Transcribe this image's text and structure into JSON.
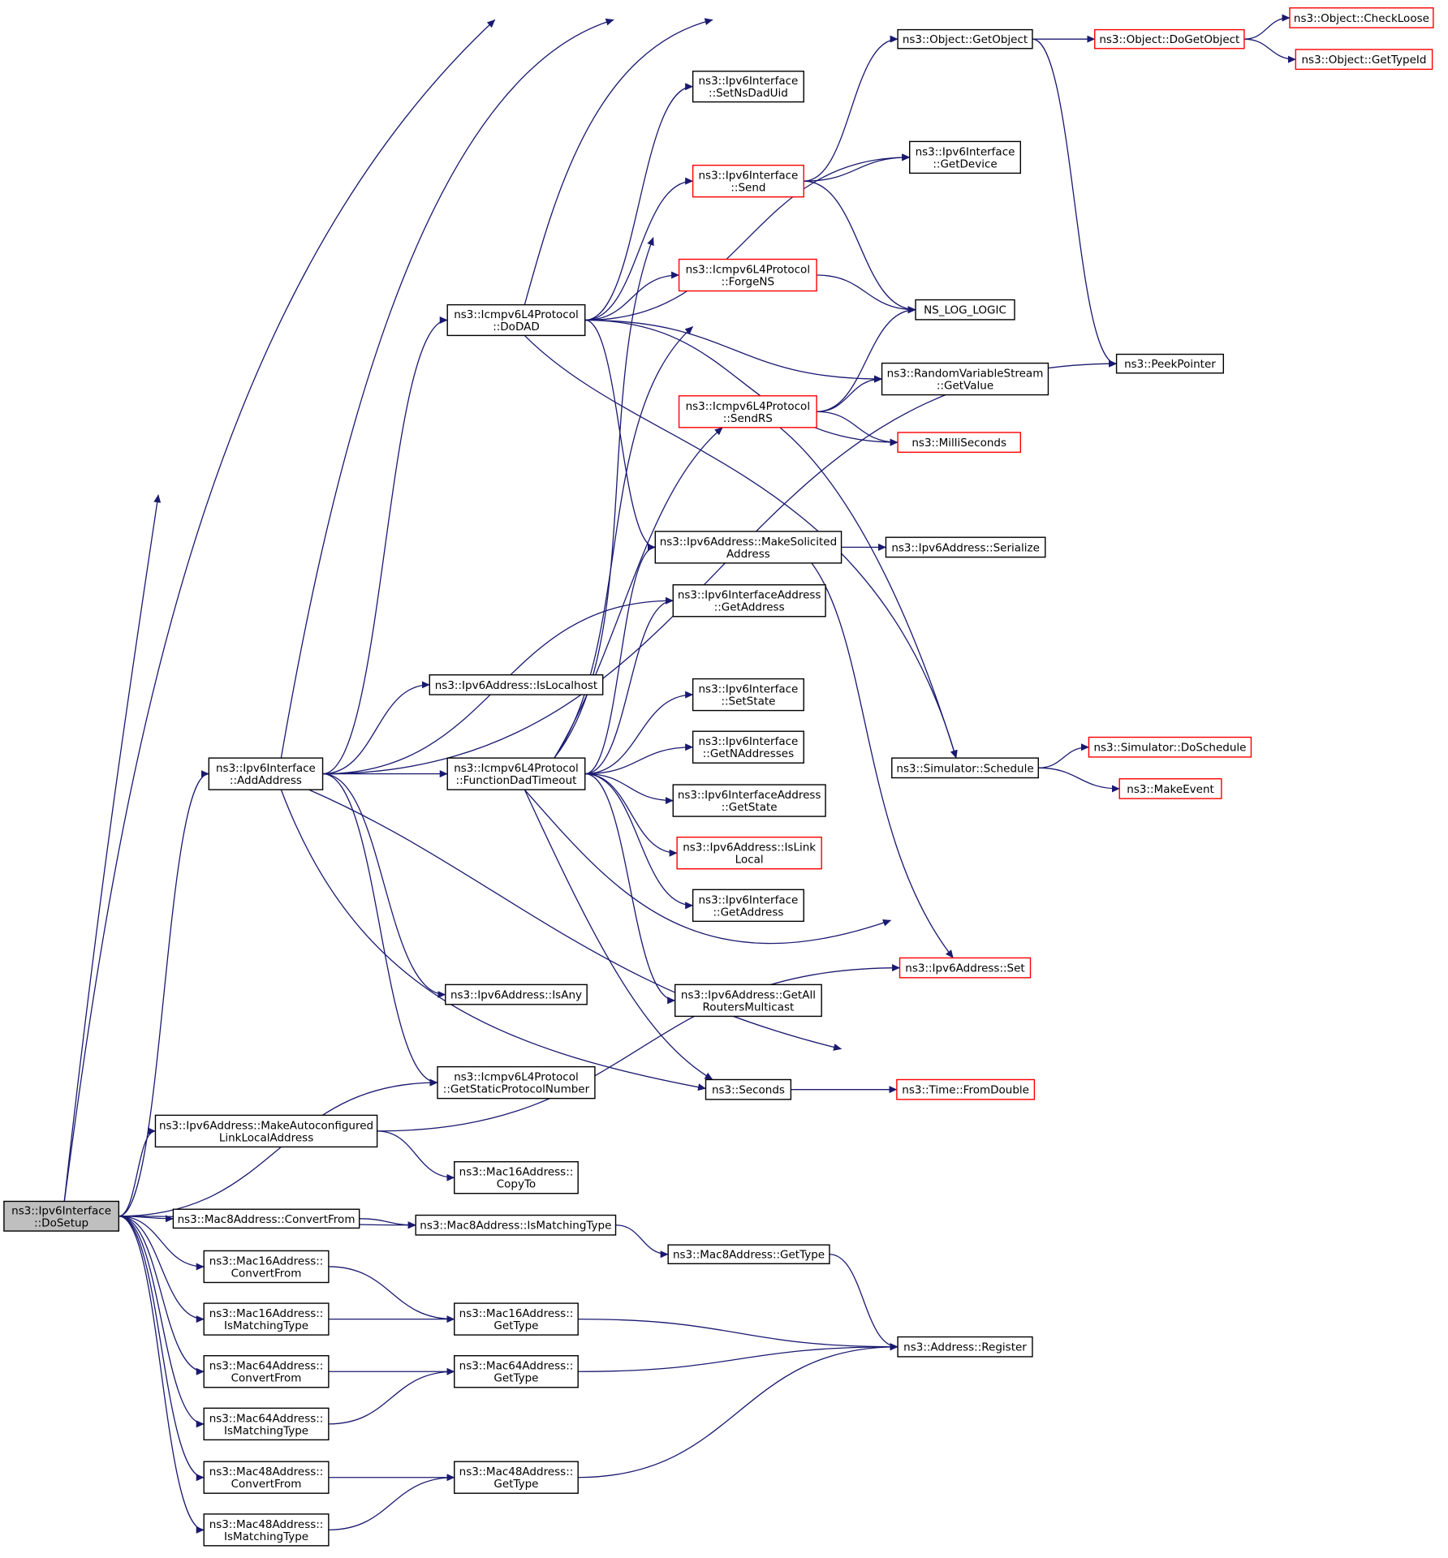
{
  "colors": {
    "edge": "#191970",
    "normal_border": "#000000",
    "truncated_border": "#ff0000",
    "root_fill": "#bfbfbf"
  },
  "nodes": [
    {
      "id": "dosetup",
      "lines": [
        "ns3::Ipv6Interface",
        "::DoSetup"
      ],
      "style": "root",
      "interactable": true
    },
    {
      "id": "getobject",
      "lines": [
        "ns3::Object::GetObject"
      ],
      "style": "normal",
      "interactable": true
    },
    {
      "id": "dogetobject",
      "lines": [
        "ns3::Object::DoGetObject"
      ],
      "style": "red",
      "interactable": true
    },
    {
      "id": "checkloose",
      "lines": [
        "ns3::Object::CheckLoose"
      ],
      "style": "red",
      "interactable": true
    },
    {
      "id": "gettypeid",
      "lines": [
        "ns3::Object::GetTypeId"
      ],
      "style": "red",
      "interactable": true
    },
    {
      "id": "setnsdaduid",
      "lines": [
        "ns3::Ipv6Interface",
        "::SetNsDadUid"
      ],
      "style": "normal",
      "interactable": true
    },
    {
      "id": "getdevice",
      "lines": [
        "ns3::Ipv6Interface",
        "::GetDevice"
      ],
      "style": "normal",
      "interactable": true
    },
    {
      "id": "send",
      "lines": [
        "ns3::Ipv6Interface",
        "::Send"
      ],
      "style": "red",
      "interactable": true
    },
    {
      "id": "forgens",
      "lines": [
        "ns3::Icmpv6L4Protocol",
        "::ForgeNS"
      ],
      "style": "red",
      "interactable": true
    },
    {
      "id": "nslog",
      "lines": [
        "NS_LOG_LOGIC"
      ],
      "style": "normal",
      "interactable": true
    },
    {
      "id": "dodad",
      "lines": [
        "ns3::Icmpv6L4Protocol",
        "::DoDAD"
      ],
      "style": "normal",
      "interactable": true
    },
    {
      "id": "peekpointer",
      "lines": [
        "ns3::PeekPointer"
      ],
      "style": "normal",
      "interactable": true
    },
    {
      "id": "getvalue",
      "lines": [
        "ns3::RandomVariableStream",
        "::GetValue"
      ],
      "style": "normal",
      "interactable": true
    },
    {
      "id": "sendrs",
      "lines": [
        "ns3::Icmpv6L4Protocol",
        "::SendRS"
      ],
      "style": "red",
      "interactable": true
    },
    {
      "id": "milliseconds",
      "lines": [
        "ns3::MilliSeconds"
      ],
      "style": "red",
      "interactable": true
    },
    {
      "id": "makesolicited",
      "lines": [
        "ns3::Ipv6Address::MakeSolicited",
        "Address"
      ],
      "style": "normal",
      "interactable": true
    },
    {
      "id": "serialize",
      "lines": [
        "ns3::Ipv6Address::Serialize"
      ],
      "style": "normal",
      "interactable": true
    },
    {
      "id": "ifaddrgetaddress",
      "lines": [
        "ns3::Ipv6InterfaceAddress",
        "::GetAddress"
      ],
      "style": "normal",
      "interactable": true
    },
    {
      "id": "islocalhost",
      "lines": [
        "ns3::Ipv6Address::IsLocalhost"
      ],
      "style": "normal",
      "interactable": true
    },
    {
      "id": "setstate",
      "lines": [
        "ns3::Ipv6Interface",
        "::SetState"
      ],
      "style": "normal",
      "interactable": true
    },
    {
      "id": "addaddress",
      "lines": [
        "ns3::Ipv6Interface",
        "::AddAddress"
      ],
      "style": "normal",
      "interactable": true
    },
    {
      "id": "funcdad",
      "lines": [
        "ns3::Icmpv6L4Protocol",
        "::FunctionDadTimeout"
      ],
      "style": "normal",
      "interactable": true
    },
    {
      "id": "getnaddresses",
      "lines": [
        "ns3::Ipv6Interface",
        "::GetNAddresses"
      ],
      "style": "normal",
      "interactable": true
    },
    {
      "id": "schedule",
      "lines": [
        "ns3::Simulator::Schedule"
      ],
      "style": "normal",
      "interactable": true
    },
    {
      "id": "doschedule",
      "lines": [
        "ns3::Simulator::DoSchedule"
      ],
      "style": "red",
      "interactable": true
    },
    {
      "id": "makeevent",
      "lines": [
        "ns3::MakeEvent"
      ],
      "style": "red",
      "interactable": true
    },
    {
      "id": "getstate",
      "lines": [
        "ns3::Ipv6InterfaceAddress",
        "::GetState"
      ],
      "style": "normal",
      "interactable": true
    },
    {
      "id": "islinklocal",
      "lines": [
        "ns3::Ipv6Address::IsLink",
        "Local"
      ],
      "style": "red",
      "interactable": true
    },
    {
      "id": "ifgetaddress",
      "lines": [
        "ns3::Ipv6Interface",
        "::GetAddress"
      ],
      "style": "normal",
      "interactable": true
    },
    {
      "id": "ipv6set",
      "lines": [
        "ns3::Ipv6Address::Set"
      ],
      "style": "red",
      "interactable": true
    },
    {
      "id": "isany",
      "lines": [
        "ns3::Ipv6Address::IsAny"
      ],
      "style": "normal",
      "interactable": true
    },
    {
      "id": "getallrouters",
      "lines": [
        "ns3::Ipv6Address::GetAll",
        "RoutersMulticast"
      ],
      "style": "normal",
      "interactable": true
    },
    {
      "id": "getstaticproto",
      "lines": [
        "ns3::Icmpv6L4Protocol",
        "::GetStaticProtocolNumber"
      ],
      "style": "normal",
      "interactable": true
    },
    {
      "id": "seconds",
      "lines": [
        "ns3::Seconds"
      ],
      "style": "normal",
      "interactable": true
    },
    {
      "id": "fromdouble",
      "lines": [
        "ns3::Time::FromDouble"
      ],
      "style": "red",
      "interactable": true
    },
    {
      "id": "makeautoconf",
      "lines": [
        "ns3::Ipv6Address::MakeAutoconfigured",
        "LinkLocalAddress"
      ],
      "style": "normal",
      "interactable": true
    },
    {
      "id": "mac16copyto",
      "lines": [
        "ns3::Mac16Address::",
        "CopyTo"
      ],
      "style": "normal",
      "interactable": true
    },
    {
      "id": "mac8convert",
      "lines": [
        "ns3::Mac8Address::ConvertFrom"
      ],
      "style": "normal",
      "interactable": true
    },
    {
      "id": "mac8ismatching",
      "lines": [
        "ns3::Mac8Address::IsMatchingType"
      ],
      "style": "normal",
      "interactable": true
    },
    {
      "id": "mac8gettype",
      "lines": [
        "ns3::Mac8Address::GetType"
      ],
      "style": "normal",
      "interactable": true
    },
    {
      "id": "mac16convert",
      "lines": [
        "ns3::Mac16Address::",
        "ConvertFrom"
      ],
      "style": "normal",
      "interactable": true
    },
    {
      "id": "mac16gettype",
      "lines": [
        "ns3::Mac16Address::",
        "GetType"
      ],
      "style": "normal",
      "interactable": true
    },
    {
      "id": "mac16ismatching",
      "lines": [
        "ns3::Mac16Address::",
        "IsMatchingType"
      ],
      "style": "normal",
      "interactable": true
    },
    {
      "id": "register",
      "lines": [
        "ns3::Address::Register"
      ],
      "style": "normal",
      "interactable": true
    },
    {
      "id": "mac64convert",
      "lines": [
        "ns3::Mac64Address::",
        "ConvertFrom"
      ],
      "style": "normal",
      "interactable": true
    },
    {
      "id": "mac64gettype",
      "lines": [
        "ns3::Mac64Address::",
        "GetType"
      ],
      "style": "normal",
      "interactable": true
    },
    {
      "id": "mac64ismatching",
      "lines": [
        "ns3::Mac64Address::",
        "IsMatchingType"
      ],
      "style": "normal",
      "interactable": true
    },
    {
      "id": "mac48convert",
      "lines": [
        "ns3::Mac48Address::",
        "ConvertFrom"
      ],
      "style": "normal",
      "interactable": true
    },
    {
      "id": "mac48gettype",
      "lines": [
        "ns3::Mac48Address::",
        "GetType"
      ],
      "style": "normal",
      "interactable": true
    },
    {
      "id": "mac48ismatching",
      "lines": [
        "ns3::Mac48Address::",
        "IsMatchingType"
      ],
      "style": "normal",
      "interactable": true
    }
  ],
  "edges": [
    [
      "dosetup",
      "getobject"
    ],
    [
      "dosetup",
      "getdevice"
    ],
    [
      "dosetup",
      "addaddress"
    ],
    [
      "dosetup",
      "makeautoconf"
    ],
    [
      "dosetup",
      "getstaticproto"
    ],
    [
      "dosetup",
      "mac8convert"
    ],
    [
      "dosetup",
      "mac8ismatching"
    ],
    [
      "dosetup",
      "mac16convert"
    ],
    [
      "dosetup",
      "mac16ismatching"
    ],
    [
      "dosetup",
      "mac64convert"
    ],
    [
      "dosetup",
      "mac64ismatching"
    ],
    [
      "dosetup",
      "mac48convert"
    ],
    [
      "dosetup",
      "mac48ismatching"
    ],
    [
      "getobject",
      "dogetobject"
    ],
    [
      "getobject",
      "peekpointer"
    ],
    [
      "dogetobject",
      "checkloose"
    ],
    [
      "dogetobject",
      "gettypeid"
    ],
    [
      "send",
      "getobject"
    ],
    [
      "send",
      "getdevice"
    ],
    [
      "send",
      "nslog"
    ],
    [
      "forgens",
      "nslog"
    ],
    [
      "dodad",
      "getobject"
    ],
    [
      "dodad",
      "setnsdaduid"
    ],
    [
      "dodad",
      "getdevice"
    ],
    [
      "dodad",
      "send"
    ],
    [
      "dodad",
      "forgens"
    ],
    [
      "dodad",
      "getvalue"
    ],
    [
      "dodad",
      "milliseconds"
    ],
    [
      "dodad",
      "makesolicited"
    ],
    [
      "dodad",
      "schedule"
    ],
    [
      "sendrs",
      "nslog"
    ],
    [
      "sendrs",
      "getvalue"
    ],
    [
      "sendrs",
      "milliseconds"
    ],
    [
      "sendrs",
      "schedule"
    ],
    [
      "makesolicited",
      "serialize"
    ],
    [
      "makesolicited",
      "ipv6set"
    ],
    [
      "addaddress",
      "getobject"
    ],
    [
      "addaddress",
      "dodad"
    ],
    [
      "addaddress",
      "ifaddrgetaddress"
    ],
    [
      "addaddress",
      "islocalhost"
    ],
    [
      "addaddress",
      "peekpointer"
    ],
    [
      "addaddress",
      "funcdad"
    ],
    [
      "addaddress",
      "schedule"
    ],
    [
      "addaddress",
      "isany"
    ],
    [
      "addaddress",
      "getstaticproto"
    ],
    [
      "addaddress",
      "seconds"
    ],
    [
      "funcdad",
      "getdevice"
    ],
    [
      "funcdad",
      "nslog"
    ],
    [
      "funcdad",
      "sendrs"
    ],
    [
      "funcdad",
      "makesolicited"
    ],
    [
      "funcdad",
      "ifaddrgetaddress"
    ],
    [
      "funcdad",
      "setstate"
    ],
    [
      "funcdad",
      "getnaddresses"
    ],
    [
      "funcdad",
      "getstate"
    ],
    [
      "funcdad",
      "islinklocal"
    ],
    [
      "funcdad",
      "ifgetaddress"
    ],
    [
      "funcdad",
      "schedule"
    ],
    [
      "funcdad",
      "getallrouters"
    ],
    [
      "funcdad",
      "seconds"
    ],
    [
      "schedule",
      "doschedule"
    ],
    [
      "schedule",
      "makeevent"
    ],
    [
      "seconds",
      "fromdouble"
    ],
    [
      "makeautoconf",
      "ipv6set"
    ],
    [
      "makeautoconf",
      "mac16copyto"
    ],
    [
      "mac8convert",
      "mac8ismatching"
    ],
    [
      "mac8ismatching",
      "mac8gettype"
    ],
    [
      "mac8gettype",
      "register"
    ],
    [
      "mac16convert",
      "mac16gettype"
    ],
    [
      "mac16ismatching",
      "mac16gettype"
    ],
    [
      "mac16gettype",
      "register"
    ],
    [
      "mac64convert",
      "mac64gettype"
    ],
    [
      "mac64ismatching",
      "mac64gettype"
    ],
    [
      "mac64gettype",
      "register"
    ],
    [
      "mac48convert",
      "mac48gettype"
    ],
    [
      "mac48ismatching",
      "mac48gettype"
    ],
    [
      "mac48gettype",
      "register"
    ]
  ]
}
